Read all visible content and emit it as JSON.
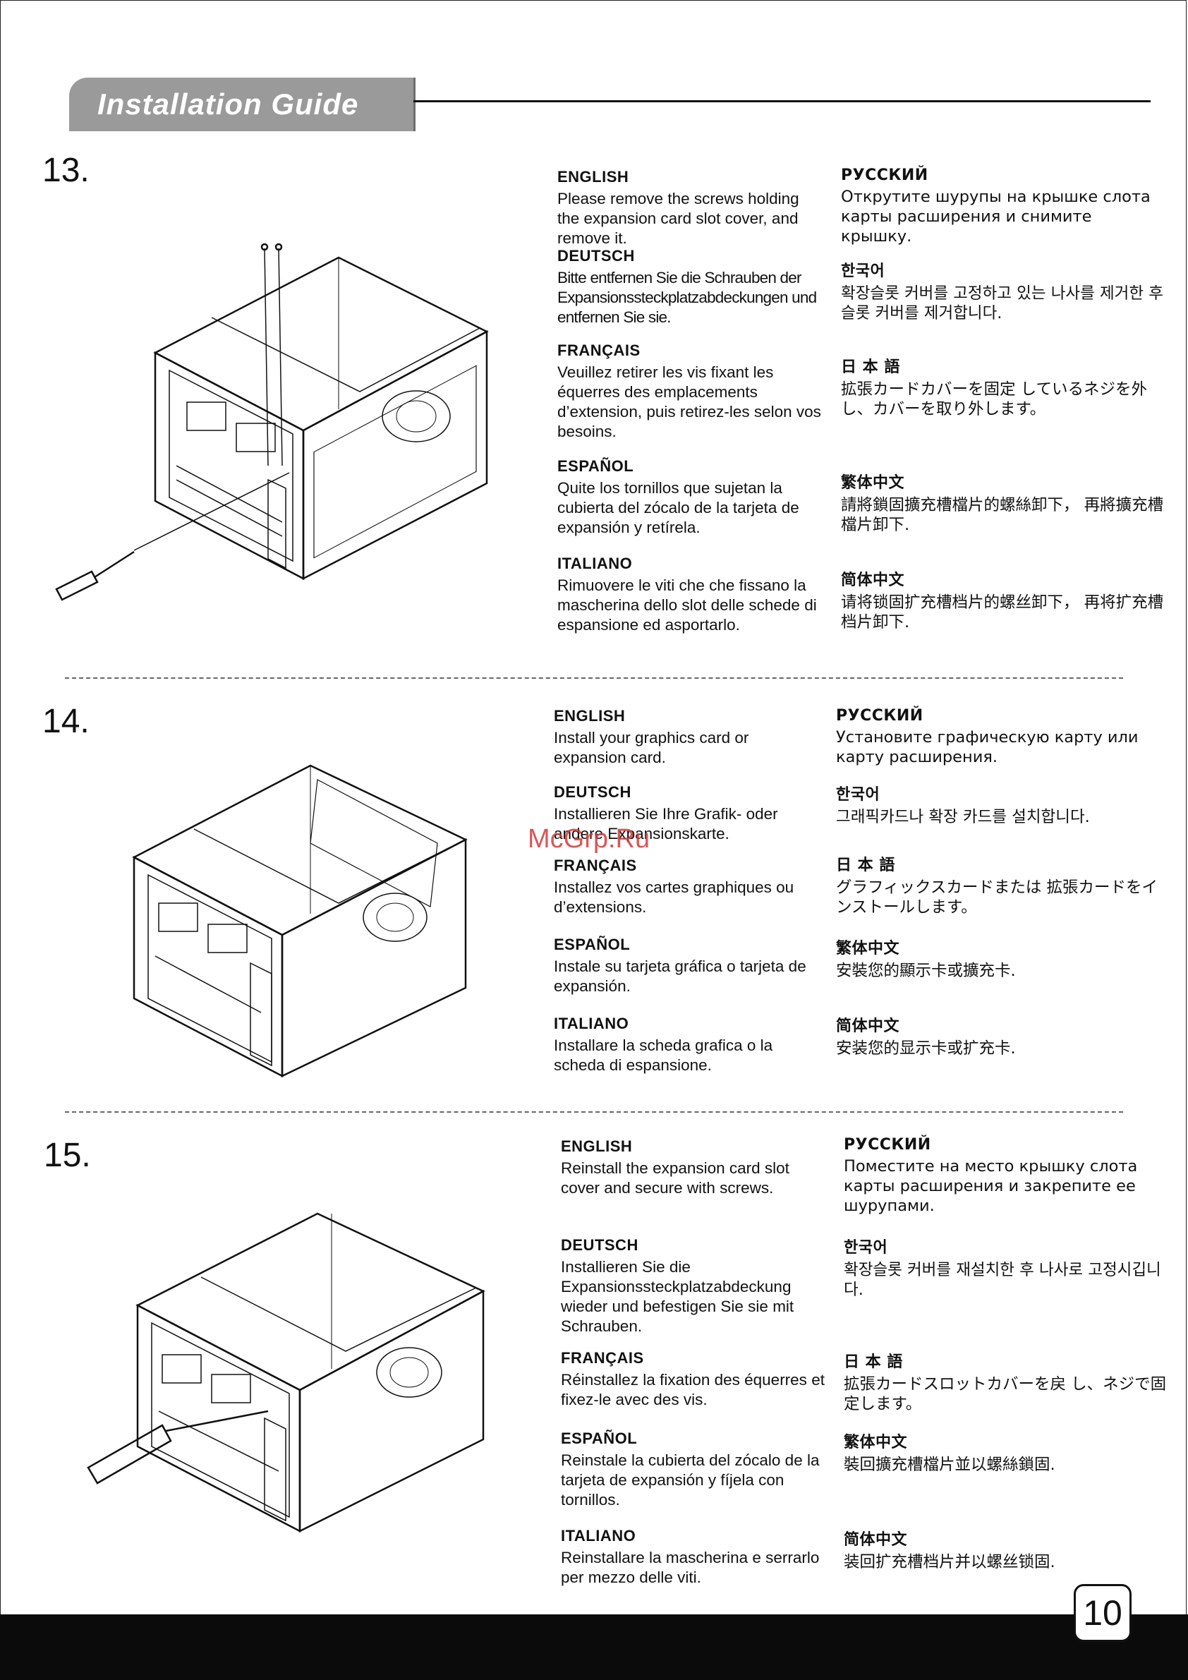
{
  "header": {
    "title": "Installation Guide"
  },
  "watermark": "McGrp.Ru",
  "page_number": "10",
  "steps": [
    {
      "number": "13.",
      "left": [
        {
          "lang": "ENGLISH",
          "text": "Please remove the screws holding the expansion card slot cover, and remove it."
        },
        {
          "lang": "DEUTSCH",
          "text": "Bitte entfernen Sie die Schrauben der Expansionssteckplatzabdeckungen und entfernen Sie sie."
        },
        {
          "lang": "FRANÇAIS",
          "text": "Veuillez retirer les vis fixant les équerres des emplacements d’extension, puis retirez-les selon vos besoins."
        },
        {
          "lang": "ESPAÑOL",
          "text": "Quite los tornillos que sujetan la cubierta del zócalo de la tarjeta de expansión y retírela."
        },
        {
          "lang": "ITALIANO",
          "text": "Rimuovere le viti che che fissano la mascherina dello slot delle schede di espansione ed asportarlo."
        }
      ],
      "right": [
        {
          "lang": "РУССКИЙ",
          "text": "Открутите шурупы на крышке слота карты расширения и снимите крышку."
        },
        {
          "lang": "한국어",
          "text": "확장슬롯 커버를 고정하고 있는 나사를 제거한 후 슬롯 커버를 제거합니다."
        },
        {
          "lang": "日 本 語",
          "text": "拡張カードカバーを固定 しているネジを外し、カバーを取り外します。"
        },
        {
          "lang": "繁体中文",
          "text": "請將鎖固擴充槽檔片的螺絲卸下， 再將擴充槽檔片卸下."
        },
        {
          "lang": "简体中文",
          "text": "请将锁固扩充槽档片的螺丝卸下， 再将扩充槽档片卸下."
        }
      ]
    },
    {
      "number": "14.",
      "left": [
        {
          "lang": "ENGLISH",
          "text": "Install your graphics card or expansion card."
        },
        {
          "lang": "DEUTSCH",
          "text": "Installieren Sie Ihre Grafik- oder andere Expansionskarte."
        },
        {
          "lang": "FRANÇAIS",
          "text": "Installez vos cartes graphiques ou d’extensions."
        },
        {
          "lang": "ESPAÑOL",
          "text": "Instale su tarjeta gráfica o tarjeta de expansión."
        },
        {
          "lang": "ITALIANO",
          "text": "Installare la scheda grafica o la scheda di espansione."
        }
      ],
      "right": [
        {
          "lang": "РУССКИЙ",
          "text": "Установите графическую карту или карту расширения."
        },
        {
          "lang": "한국어",
          "text": "그래픽카드나 확장 카드를 설치합니다."
        },
        {
          "lang": "日 本 語",
          "text": "グラフィックスカードまたは 拡張カードをインストールします。"
        },
        {
          "lang": "繁体中文",
          "text": "安裝您的顯示卡或擴充卡."
        },
        {
          "lang": "简体中文",
          "text": "安装您的显示卡或扩充卡."
        }
      ]
    },
    {
      "number": "15.",
      "left": [
        {
          "lang": "ENGLISH",
          "text": "Reinstall the expansion card slot cover and secure with screws."
        },
        {
          "lang": "DEUTSCH",
          "text": "Installieren Sie die Expansionssteckplatzabdeckung wieder und befestigen Sie sie mit Schrauben."
        },
        {
          "lang": "FRANÇAIS",
          "text": "Réinstallez la fixation des équerres et fixez-le avec des vis."
        },
        {
          "lang": "ESPAÑOL",
          "text": "Reinstale la cubierta del zócalo de la tarjeta de expansión y fíjela con tornillos."
        },
        {
          "lang": "ITALIANO",
          "text": "Reinstallare la mascherina e serrarlo per mezzo delle viti."
        }
      ],
      "right": [
        {
          "lang": "РУССКИЙ",
          "text": "Поместите на место крышку слота карты расширения и закрепите ее шурупами."
        },
        {
          "lang": "한국어",
          "text": "확장슬롯 커버를 재설치한 후 나사로 고정시깁니다."
        },
        {
          "lang": "日 本 語",
          "text": "拡張カードスロットカバーを戻 し、ネジで固定します。"
        },
        {
          "lang": "繁体中文",
          "text": "裝回擴充槽檔片並以螺絲鎖固."
        },
        {
          "lang": "简体中文",
          "text": "装回扩充槽档片并以螺丝锁固."
        }
      ]
    }
  ]
}
